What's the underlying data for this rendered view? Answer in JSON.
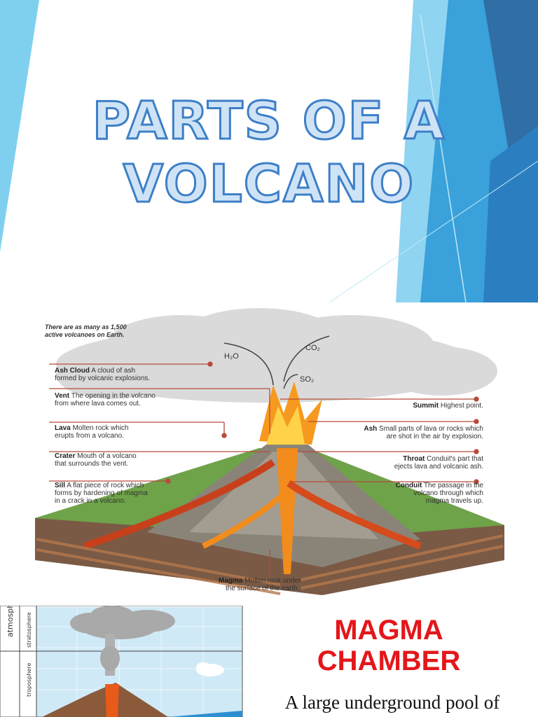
{
  "slide": {
    "title_line1": "PARTS OF A",
    "title_line2": "VOLCANO"
  },
  "diagram": {
    "fact_line1": "There are as many as 1,500",
    "fact_line2": "active volcanoes on Earth.",
    "gases": {
      "h2o": "H₂O",
      "co2": "CO₂",
      "so2": "SO₂"
    },
    "left_labels": [
      {
        "term": "Ash Cloud",
        "line1": "A cloud of ash",
        "line2": "formed by volcanic explosions."
      },
      {
        "term": "Vent",
        "line1": "The opening in the volcano",
        "line2": "from where lava comes out."
      },
      {
        "term": "Lava",
        "line1": "Molten rock which",
        "line2": "erupts from a volcano."
      },
      {
        "term": "Crater",
        "line1": "Mouth of a volcano",
        "line2": "that surrounds the vent."
      },
      {
        "term": "Sill",
        "line1": "A flat piece of rock which",
        "line2": "forms by hardening of magma",
        "line3": "in a crack in a volcano."
      }
    ],
    "right_labels": [
      {
        "term": "Summit",
        "line1": "Highest point."
      },
      {
        "term": "Ash",
        "line1": "Small parts of lava or rocks which",
        "line2": "are shot in the air by explosion."
      },
      {
        "term": "Throat",
        "line1": "Conduit's part that",
        "line2": "ejects lava and volcanic ash."
      },
      {
        "term": "Conduit",
        "line1": "The passage in the",
        "line2": "volcano through which",
        "line3": "magma travels up."
      }
    ],
    "bottom_label": {
      "term": "Magma",
      "line1": "Molten rock under",
      "line2": "the surface of the earth."
    }
  },
  "atmosphere": {
    "side_label": "atmosphere",
    "upper_layer": "stratosphere",
    "lower_layer": "troposphere"
  },
  "magma_chamber": {
    "title_line1": "MAGMA",
    "title_line2": "CHAMBER",
    "description": "A large underground pool of"
  },
  "colors": {
    "title_fill": "#cfe3f6",
    "title_stroke": "#3d7fc7",
    "accent_red": "#e3171b",
    "deco_blue_dark": "#2f6fa6",
    "deco_blue_light": "#7fd0ef"
  }
}
